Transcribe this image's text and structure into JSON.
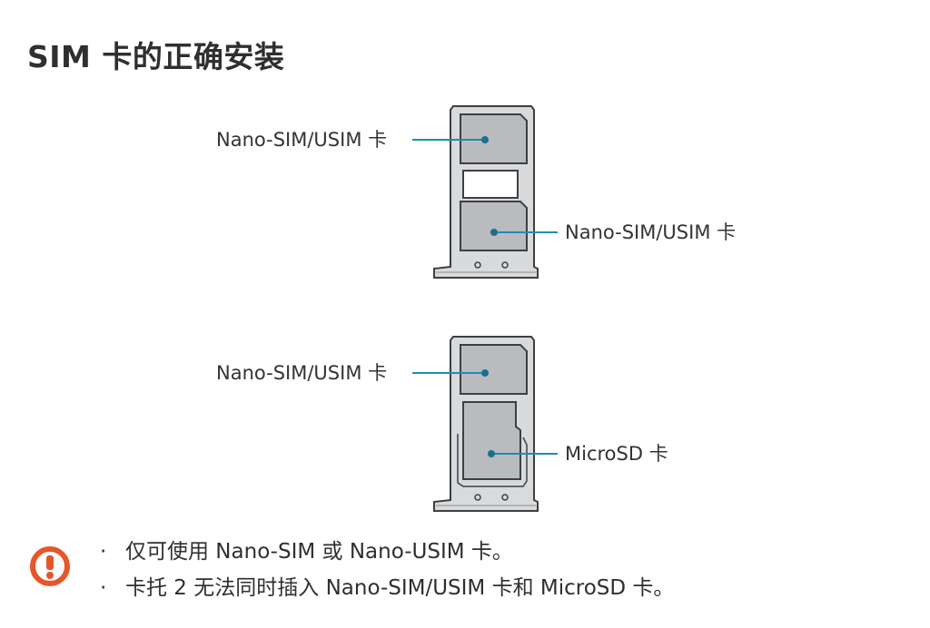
{
  "page": {
    "title": "SIM 卡的正确安装"
  },
  "tray1": {
    "top_label": "Nano-SIM/USIM 卡",
    "bottom_label": "Nano-SIM/USIM 卡"
  },
  "tray2": {
    "top_label": "Nano-SIM/USIM 卡",
    "bottom_label": "MicroSD 卡"
  },
  "warning": {
    "icon": "warning-exclamation-icon",
    "color": "#e5562a",
    "notes": [
      "仅可使用 Nano-SIM 或 Nano-USIM 卡。",
      "卡托 2 无法同时插入 Nano-SIM/USIM 卡和 MicroSD 卡。"
    ],
    "bullet": "·"
  },
  "colors": {
    "tray_fill": "#d9dadb",
    "tray_stroke": "#3d3f42",
    "slot_fill": "#b9bbbe",
    "leader_line": "#1f8cb3",
    "leader_dot": "#1f6f8c"
  }
}
